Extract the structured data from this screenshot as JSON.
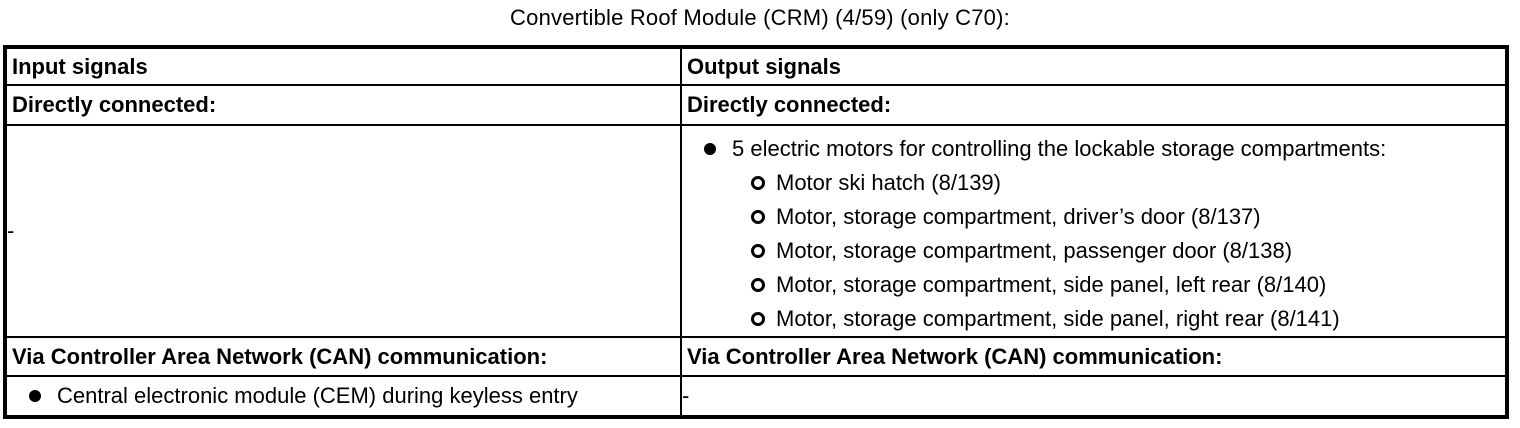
{
  "title": "Convertible Roof Module (CRM) (4/59) (only C70):",
  "table": {
    "header": {
      "input": "Input signals",
      "output": "Output signals"
    },
    "directly_connected": {
      "input_label": "Directly connected:",
      "output_label": "Directly connected:",
      "input_value": "-",
      "output_bullet": "5 electric motors for controlling the lockable storage compartments:",
      "output_sub_items": [
        "Motor ski hatch (8/139)",
        "Motor, storage compartment, driver’s door (8/137)",
        "Motor, storage compartment, passenger door (8/138)",
        "Motor, storage compartment, side panel, left rear (8/140)",
        "Motor, storage compartment, side panel, right rear (8/141)"
      ]
    },
    "can": {
      "input_label": "Via Controller Area Network (CAN) communication:",
      "output_label": "Via Controller Area Network (CAN) communication:",
      "input_bullet": "Central electronic module (CEM) during keyless entry",
      "output_value": "-"
    }
  }
}
